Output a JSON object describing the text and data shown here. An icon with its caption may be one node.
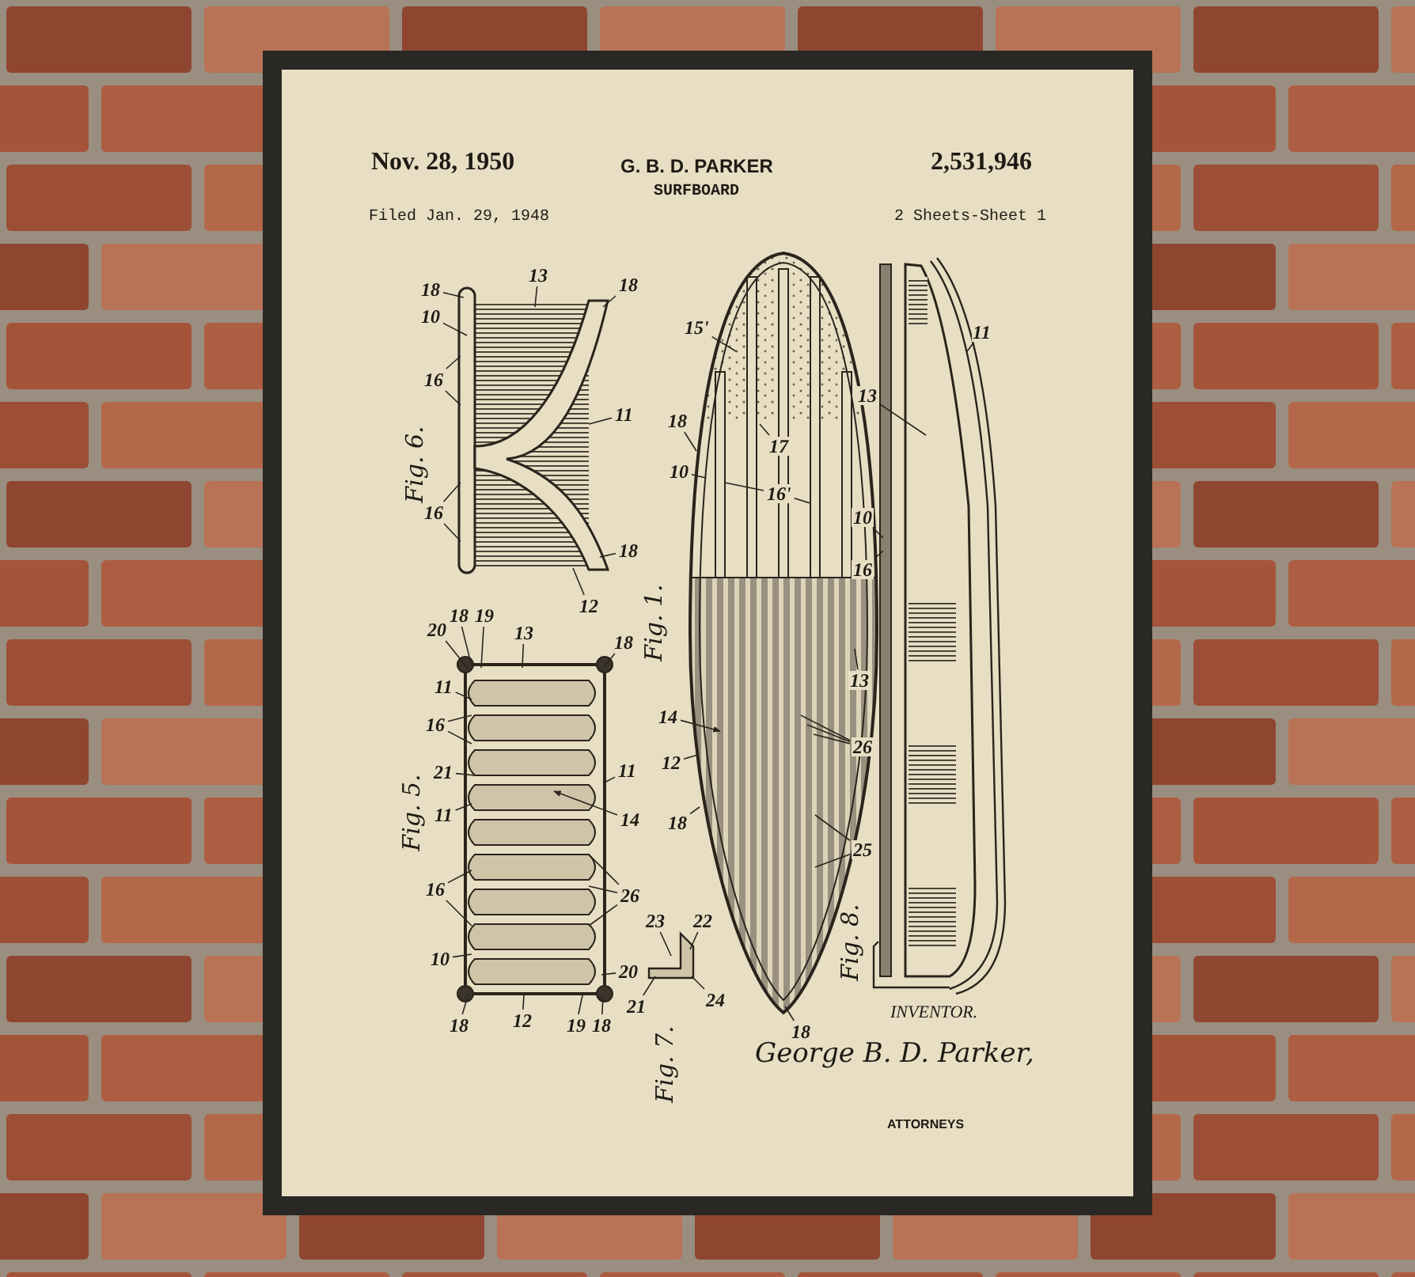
{
  "diagram": {
    "title": "SURFBOARD",
    "nodes": [
      {
        "text": [
          "18"
        ]
      },
      {
        "text": [
          "10"
        ]
      },
      {
        "text": [
          "16"
        ]
      },
      {
        "text": [
          "16"
        ]
      },
      {
        "text": [
          "13"
        ]
      },
      {
        "text": [
          "18"
        ]
      },
      {
        "text": [
          "11"
        ]
      },
      {
        "text": [
          "18"
        ]
      },
      {
        "text": [
          "12"
        ]
      },
      {
        "text": [
          "20"
        ]
      },
      {
        "text": [
          "18"
        ]
      },
      {
        "text": [
          "19"
        ]
      },
      {
        "text": [
          "13"
        ]
      },
      {
        "text": [
          "18"
        ]
      },
      {
        "text": [
          "11"
        ]
      },
      {
        "text": [
          "16"
        ]
      },
      {
        "text": [
          "21"
        ]
      },
      {
        "text": [
          "11"
        ]
      },
      {
        "text": [
          "16"
        ]
      },
      {
        "text": [
          "10"
        ]
      },
      {
        "text": [
          "18"
        ]
      },
      {
        "text": [
          "12"
        ]
      },
      {
        "text": [
          "19"
        ]
      },
      {
        "text": [
          "18"
        ]
      },
      {
        "text": [
          "20"
        ]
      },
      {
        "text": [
          "26"
        ]
      },
      {
        "text": [
          "14"
        ]
      },
      {
        "text": [
          "11"
        ]
      },
      {
        "text": [
          "21"
        ]
      },
      {
        "text": [
          "23"
        ]
      },
      {
        "text": [
          "22"
        ]
      },
      {
        "text": [
          "24"
        ]
      },
      {
        "text": [
          "15'"
        ]
      },
      {
        "text": [
          "18"
        ]
      },
      {
        "text": [
          "10"
        ]
      },
      {
        "text": [
          "17"
        ],
        "in": 51
      },
      {
        "text": [
          "16'"
        ],
        "in": 51
      },
      {
        "text": [
          "14"
        ]
      },
      {
        "text": [
          "12"
        ]
      },
      {
        "text": [
          "18"
        ]
      },
      {
        "text": [
          "13"
        ],
        "in": 51
      },
      {
        "text": [
          "26"
        ],
        "in": 51
      },
      {
        "text": [
          "25"
        ]
      },
      {
        "text": [
          "18"
        ]
      },
      {
        "text": [
          "11"
        ]
      },
      {
        "text": [
          "13"
        ]
      },
      {
        "text": [
          "10"
        ],
        "in": 51
      },
      {
        "text": [
          "16"
        ],
        "in": 51
      },
      {
        "text": [],
        "shape": "picture"
      },
      {
        "text": [],
        "shape": "picture"
      },
      {
        "text": [],
        "shape": "picture"
      },
      {
        "text": [],
        "shape": "picture"
      },
      {
        "text": [],
        "shape": "picture"
      }
    ],
    "edges": [
      {
        "from": 0,
        "to": 48,
        "arrow": "none"
      },
      {
        "from": 1,
        "to": 48,
        "arrow": "none"
      },
      {
        "from": 2,
        "to": 48,
        "arrow": "none"
      },
      {
        "from": 2,
        "to": 48,
        "arrow": "none"
      },
      {
        "from": 3,
        "to": 48,
        "arrow": "none"
      },
      {
        "from": 3,
        "to": 48,
        "arrow": "none"
      },
      {
        "from": 4,
        "to": 48,
        "arrow": "none"
      },
      {
        "from": 5,
        "to": 48,
        "arrow": "none"
      },
      {
        "from": 6,
        "to": 48,
        "arrow": "none"
      },
      {
        "from": 7,
        "to": 48,
        "arrow": "none"
      },
      {
        "from": 8,
        "to": 48,
        "arrow": "none"
      },
      {
        "from": 9,
        "to": 49,
        "arrow": "none"
      },
      {
        "from": 10,
        "to": 49,
        "arrow": "none"
      },
      {
        "from": 11,
        "to": 49,
        "arrow": "none"
      },
      {
        "from": 12,
        "to": 49,
        "arrow": "none"
      },
      {
        "from": 13,
        "to": 49,
        "arrow": "none"
      },
      {
        "from": 14,
        "to": 49,
        "arrow": "none"
      },
      {
        "from": 15,
        "to": 49,
        "arrow": "none"
      },
      {
        "from": 15,
        "to": 49,
        "arrow": "none"
      },
      {
        "from": 16,
        "to": 49,
        "arrow": "none"
      },
      {
        "from": 17,
        "to": 49,
        "arrow": "none"
      },
      {
        "from": 18,
        "to": 49,
        "arrow": "none"
      },
      {
        "from": 18,
        "to": 49,
        "arrow": "none"
      },
      {
        "from": 19,
        "to": 49,
        "arrow": "none"
      },
      {
        "from": 20,
        "to": 49,
        "arrow": "none"
      },
      {
        "from": 21,
        "to": 49,
        "arrow": "none"
      },
      {
        "from": 22,
        "to": 49,
        "arrow": "none"
      },
      {
        "from": 23,
        "to": 49,
        "arrow": "none"
      },
      {
        "from": 24,
        "to": 49,
        "arrow": "none"
      },
      {
        "from": 25,
        "to": 49,
        "arrow": "none"
      },
      {
        "from": 25,
        "to": 49,
        "arrow": "none"
      },
      {
        "from": 25,
        "to": 49,
        "arrow": "none"
      },
      {
        "from": 26,
        "to": 49,
        "arrow": "to"
      },
      {
        "from": 27,
        "to": 49,
        "arrow": "none"
      },
      {
        "from": 28,
        "to": 50,
        "arrow": "none"
      },
      {
        "from": 29,
        "to": 50,
        "arrow": "none"
      },
      {
        "from": 30,
        "to": 50,
        "arrow": "none"
      },
      {
        "from": 31,
        "to": 50,
        "arrow": "none"
      },
      {
        "from": 32,
        "to": 51,
        "arrow": "none"
      },
      {
        "from": 33,
        "to": 51,
        "arrow": "none"
      },
      {
        "from": 34,
        "to": 51,
        "arrow": "none"
      },
      {
        "from": 35,
        "to": 51,
        "arrow": "none"
      },
      {
        "from": 36,
        "to": 51,
        "arrow": "none"
      },
      {
        "from": 36,
        "to": 51,
        "arrow": "none"
      },
      {
        "from": 37,
        "to": 51,
        "arrow": "to"
      },
      {
        "from": 38,
        "to": 51,
        "arrow": "none"
      },
      {
        "from": 39,
        "to": 51,
        "arrow": "none"
      },
      {
        "from": 40,
        "to": 51,
        "arrow": "none"
      },
      {
        "from": 41,
        "to": 51,
        "arrow": "none"
      },
      {
        "from": 41,
        "to": 51,
        "arrow": "none"
      },
      {
        "from": 41,
        "to": 51,
        "arrow": "none"
      },
      {
        "from": 42,
        "to": 51,
        "arrow": "none"
      },
      {
        "from": 42,
        "to": 51,
        "arrow": "none"
      },
      {
        "from": 43,
        "to": 51,
        "arrow": "none"
      },
      {
        "from": 44,
        "to": 52,
        "arrow": "none"
      },
      {
        "from": 45,
        "to": 52,
        "arrow": "none"
      },
      {
        "from": 46,
        "to": 52,
        "arrow": "none"
      },
      {
        "from": 47,
        "to": 52,
        "arrow": "none"
      }
    ],
    "labels": [
      "Nov. 28, 1950",
      "G. B. D. PARKER",
      "2,531,946",
      "Filed Jan. 29, 1948",
      "2 Sheets-Sheet 1",
      "Fig. 6.",
      "Fig. 5.",
      "Fig. 7.",
      "Fig. 1.",
      "Fig. 8.",
      "INVENTOR.",
      "George B. D. Parker,",
      "ATTORNEYS"
    ]
  }
}
